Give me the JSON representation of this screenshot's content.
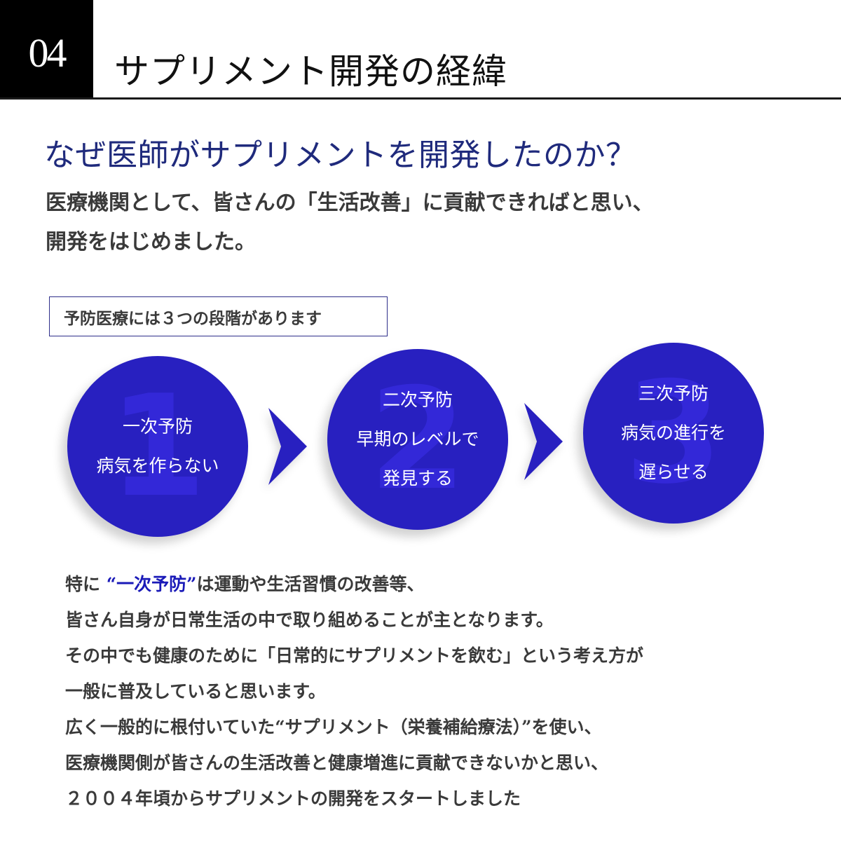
{
  "header": {
    "section_number": "04",
    "title": "サプリメント開発の経緯"
  },
  "intro": {
    "question": "なぜ医師がサプリメントを開発したのか？",
    "answer_lines": [
      "医療機関として、皆さんの「生活改善」に貢献できればと思い、",
      "開発をはじめました。"
    ]
  },
  "stages": {
    "label": "予防医療には３つの段階があります",
    "colors": {
      "circle": "#2820c0",
      "number": "#3328d8",
      "text": "#ffffff"
    },
    "items": [
      {
        "number": "1",
        "lines": [
          "一次予防",
          "病気を作らない"
        ]
      },
      {
        "number": "2",
        "lines": [
          "二次予防",
          "早期のレベルで",
          "発見する"
        ]
      },
      {
        "number": "3",
        "lines": [
          "三次予防",
          "病気の進行を",
          "遅らせる"
        ]
      }
    ],
    "arrow_icon": "chevron-right-arrow"
  },
  "body": {
    "line1_prefix": "特に ",
    "line1_highlight": "“一次予防”",
    "line1_suffix": "は運動や生活習慣の改善等、",
    "highlight_color": "#1a1ab8",
    "lines": [
      "皆さん自身が日常生活の中で取り組めることが主となります。",
      "その中でも健康のために「日常的にサプリメントを飲む」という考え方が",
      "一般に普及していると思います。",
      "広く一般的に根付いていた“サプリメント（栄養補給療法）”を使い、",
      "医療機関側が皆さんの生活改善と健康増進に貢献できないかと思い、",
      "２００４年頃からサプリメントの開発をスタートしました"
    ]
  }
}
